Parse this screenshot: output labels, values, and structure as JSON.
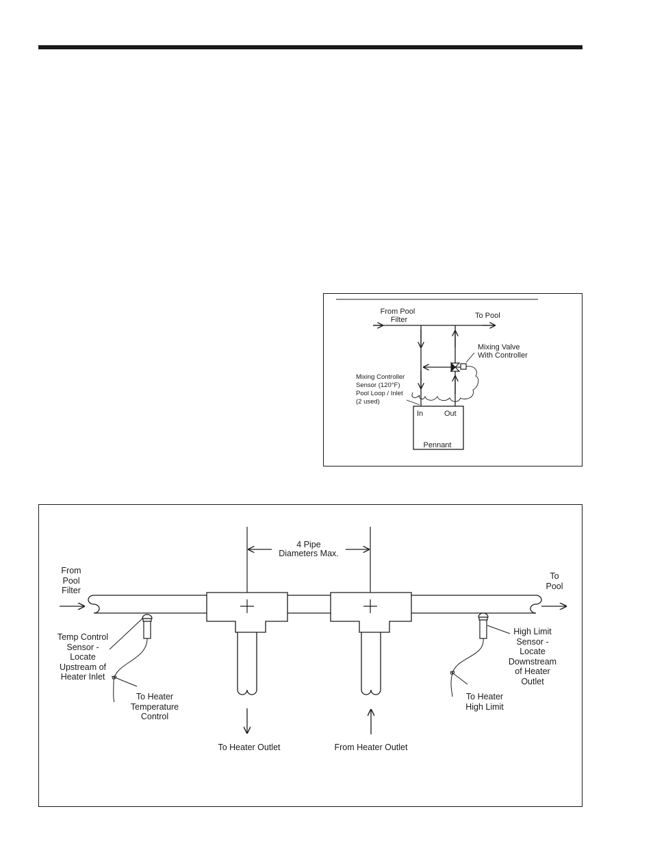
{
  "mixing_diagram": {
    "from_pool_filter": [
      "From Pool",
      "Filter"
    ],
    "to_pool": "To Pool",
    "mixing_valve": [
      "Mixing Valve",
      "With Controller"
    ],
    "controller_sensor": [
      "Mixing Controller",
      "Sensor (120°F)",
      "Pool Loop / Inlet",
      "(2 used)"
    ],
    "in_label": "In",
    "out_label": "Out",
    "unit_label": "Pennant"
  },
  "piping_diagram": {
    "from_pool_filter": [
      "From",
      "Pool",
      "Filter"
    ],
    "to_pool": [
      "To",
      "Pool"
    ],
    "pipe_spacing": [
      "4  Pipe",
      "Diameters Max."
    ],
    "temp_sensor": [
      "Temp Control",
      "Sensor -",
      "Locate",
      "Upstream of",
      "Heater Inlet"
    ],
    "to_temp_control": [
      "To Heater",
      "Temperature",
      "Control"
    ],
    "high_limit_sensor": [
      "High Limit",
      "Sensor -",
      "Locate",
      "Downstream",
      "of Heater",
      "Outlet"
    ],
    "to_high_limit": [
      "To Heater",
      "High Limit"
    ],
    "to_heater_outlet": "To Heater Outlet",
    "from_heater_outlet": "From Heater Outlet"
  }
}
